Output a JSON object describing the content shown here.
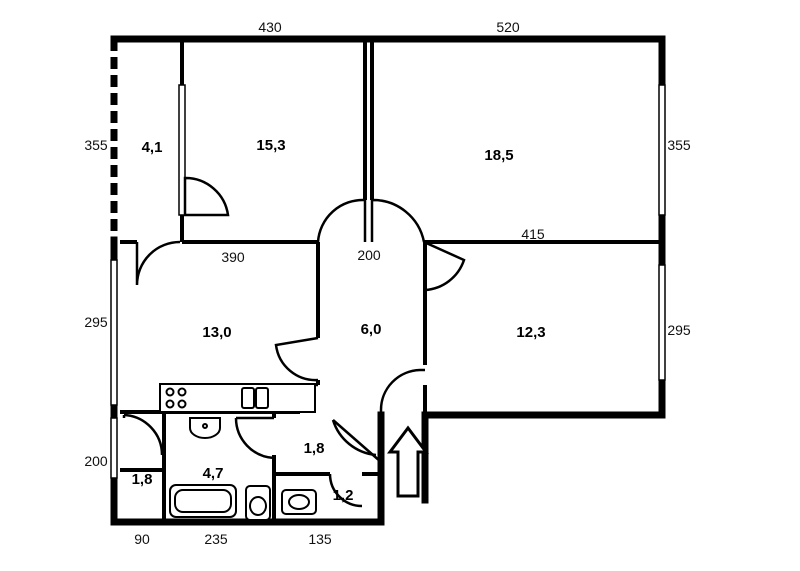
{
  "plan": {
    "dimensions": {
      "top_left": "430",
      "top_right": "520",
      "left_upper": "355",
      "right_upper": "355",
      "left_middle": "295",
      "right_middle": "295",
      "left_lower": "200",
      "inner_390": "390",
      "inner_200": "200",
      "inner_415": "415",
      "bottom_90": "90",
      "bottom_235": "235",
      "bottom_135": "135"
    },
    "rooms": {
      "closet": "4,1",
      "bedroom_1": "15,3",
      "bedroom_2": "18,5",
      "living": "13,0",
      "hall": "6,0",
      "bedroom_3": "12,3",
      "storage": "1,8",
      "bathroom": "4,7",
      "utility": "1,8",
      "wc": "1,2"
    },
    "entrance_arrow": "up"
  }
}
